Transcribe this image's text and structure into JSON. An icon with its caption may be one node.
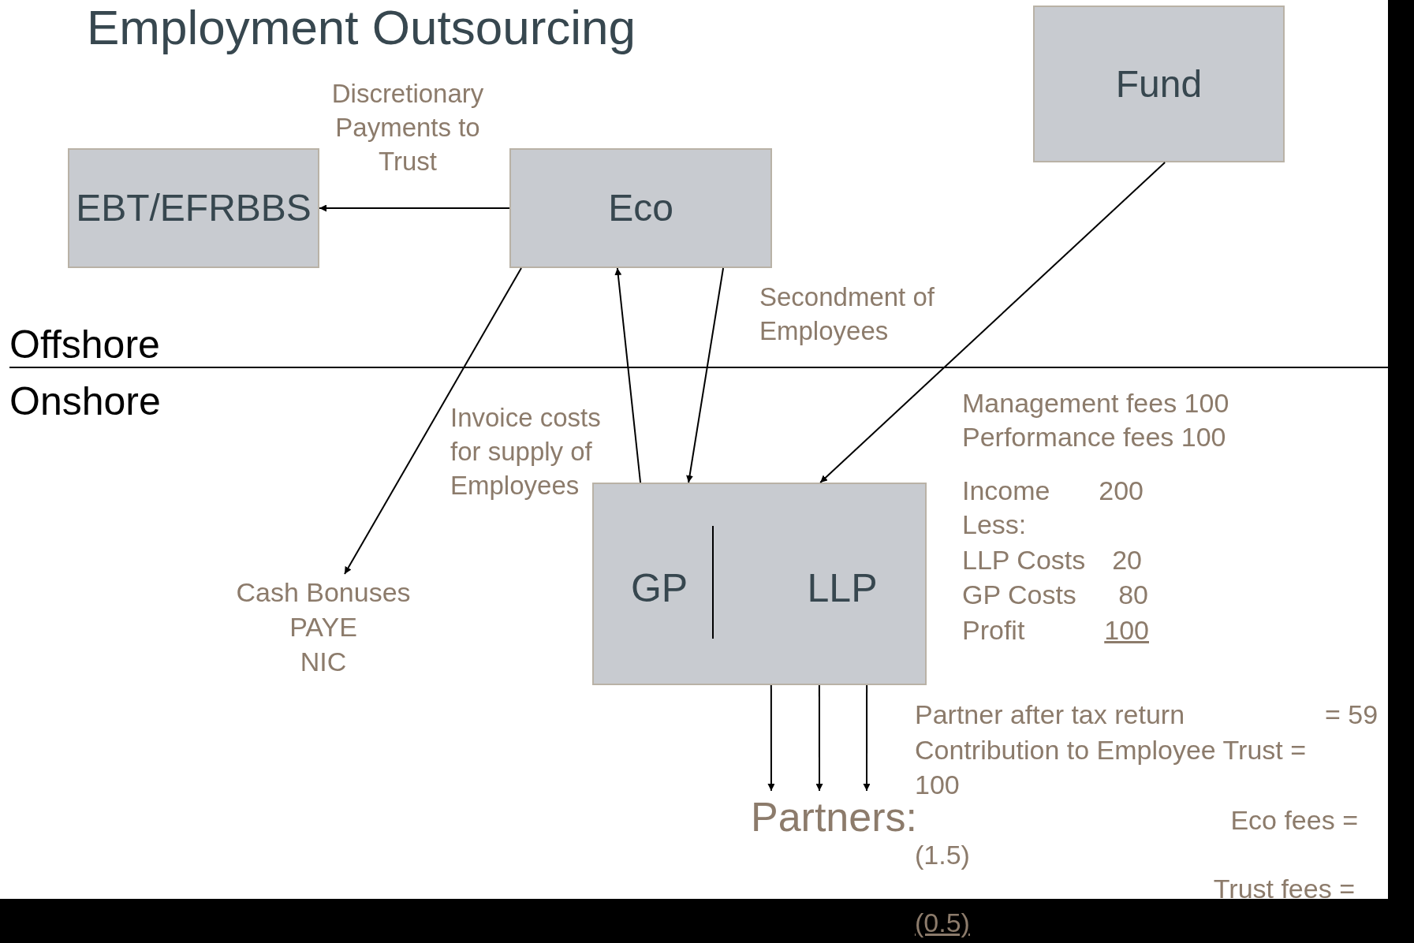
{
  "diagram": {
    "title": "Employment Outsourcing",
    "nodes": [
      {
        "text": [
          "EBT/EFRBBS"
        ]
      },
      {
        "text": [
          "Eco"
        ]
      },
      {
        "text": [
          "Fund"
        ]
      },
      {
        "text": [
          "GP",
          "LLP"
        ]
      },
      {
        "text": [
          "Cash Bonuses",
          "PAYE",
          "NIC"
        ]
      },
      {
        "text": [
          "Partners:"
        ]
      }
    ],
    "edges": [
      {
        "from": 1,
        "to": 0,
        "arrow": "to",
        "label": "Discretionary Payments to Trust"
      },
      {
        "from": 1,
        "to": 4,
        "arrow": "to"
      },
      {
        "from": 3,
        "to": 1,
        "arrow": "to",
        "label": "Invoice costs for supply of Employees"
      },
      {
        "from": 1,
        "to": 3,
        "arrow": "to",
        "label": "Secondment of Employees"
      },
      {
        "from": 2,
        "to": 3,
        "arrow": "to"
      },
      {
        "from": 3,
        "to": 5,
        "arrow": "to"
      },
      {
        "from": 3,
        "to": 5,
        "arrow": "to"
      },
      {
        "from": 3,
        "to": 5,
        "arrow": "to"
      }
    ],
    "labels": [
      "Offshore",
      "Onshore",
      "Management fees 100",
      "Performance fees 100",
      "Income",
      "200",
      "Less:",
      "LLP Costs",
      "20",
      "GP Costs",
      "80",
      "Profit",
      "100",
      "Partner after tax return",
      "= 59",
      "Contribution to Employee Trust = 100",
      "Eco fees =",
      "(1.5)",
      "Trust fees =",
      "(0.5)"
    ]
  }
}
